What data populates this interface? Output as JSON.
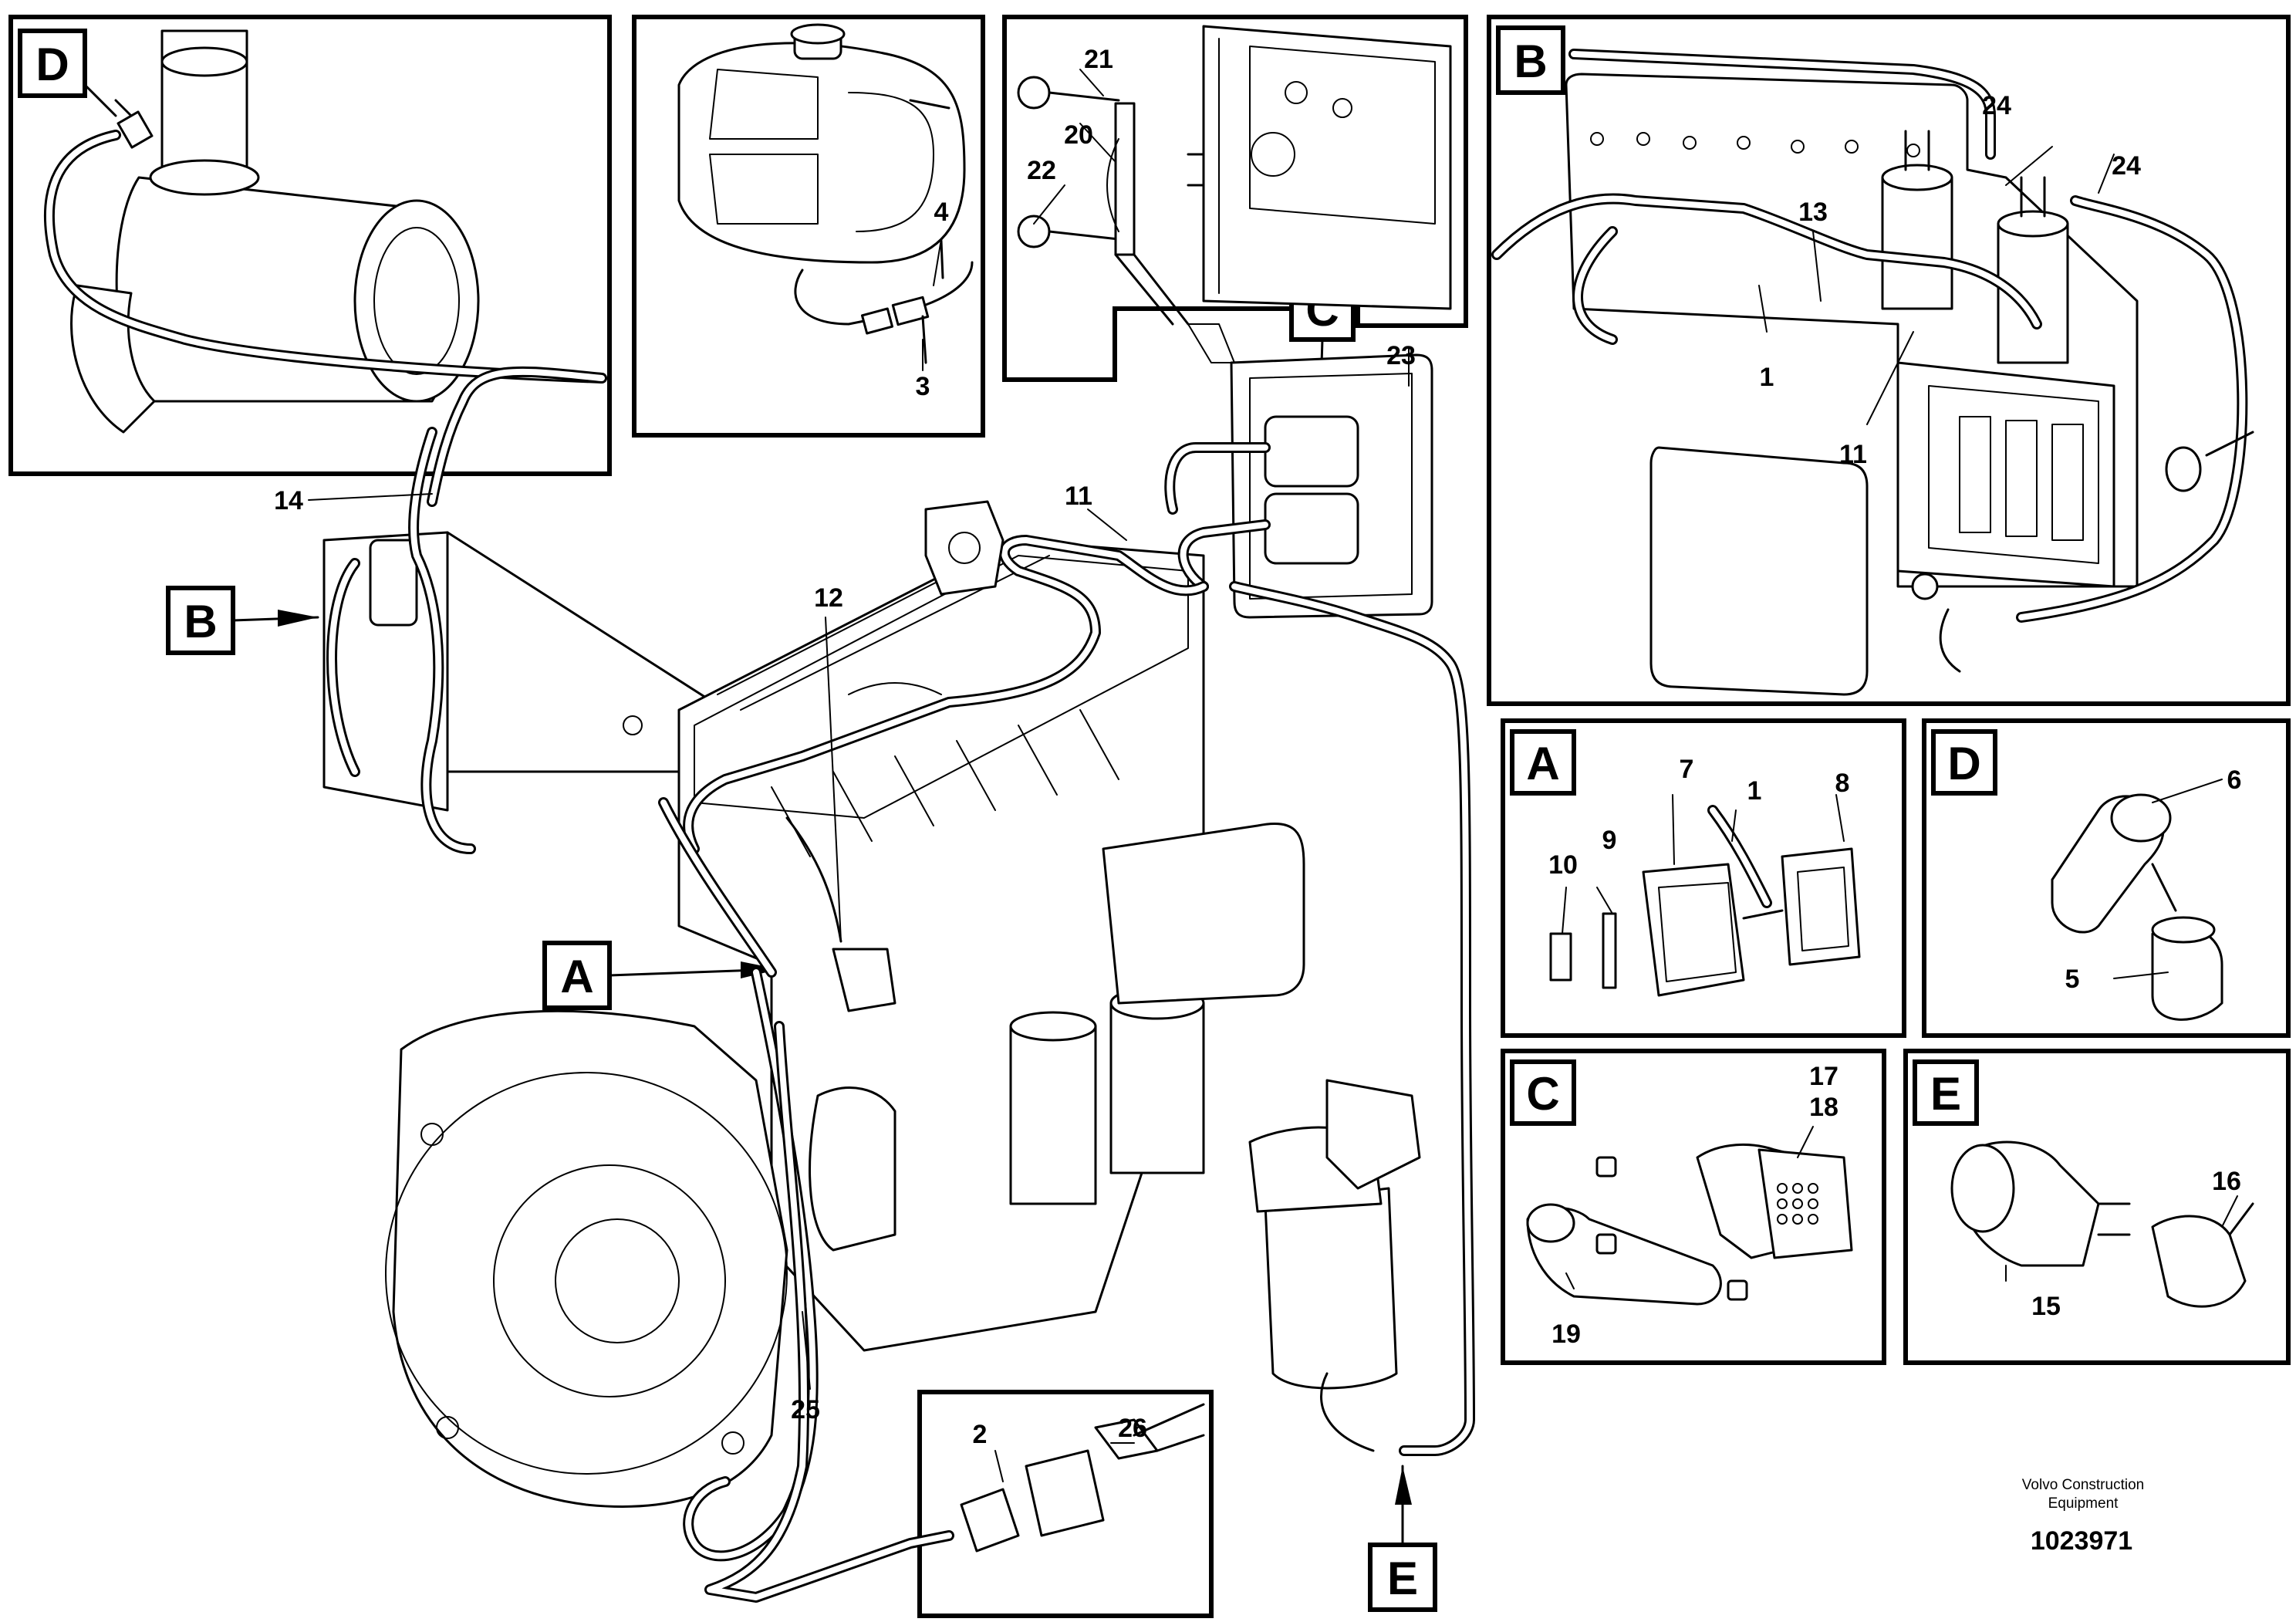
{
  "callouts": {
    "A": "A",
    "B": "B",
    "C": "C",
    "D": "D",
    "E": "E"
  },
  "part_numbers": {
    "p1": "1",
    "p2": "2",
    "p3": "3",
    "p4": "4",
    "p5": "5",
    "p6": "6",
    "p7": "7",
    "p8": "8",
    "p9": "9",
    "p10": "10",
    "p11": "11",
    "p12": "12",
    "p13": "13",
    "p14": "14",
    "p15": "15",
    "p16": "16",
    "p17": "17",
    "p18": "18",
    "p19": "19",
    "p20": "20",
    "p21": "21",
    "p22": "22",
    "p23": "23",
    "p24": "24",
    "p25": "25",
    "p26": "26"
  },
  "footer": {
    "company_line1": "Volvo Construction",
    "company_line2": "Equipment",
    "document_number": "1023971"
  }
}
